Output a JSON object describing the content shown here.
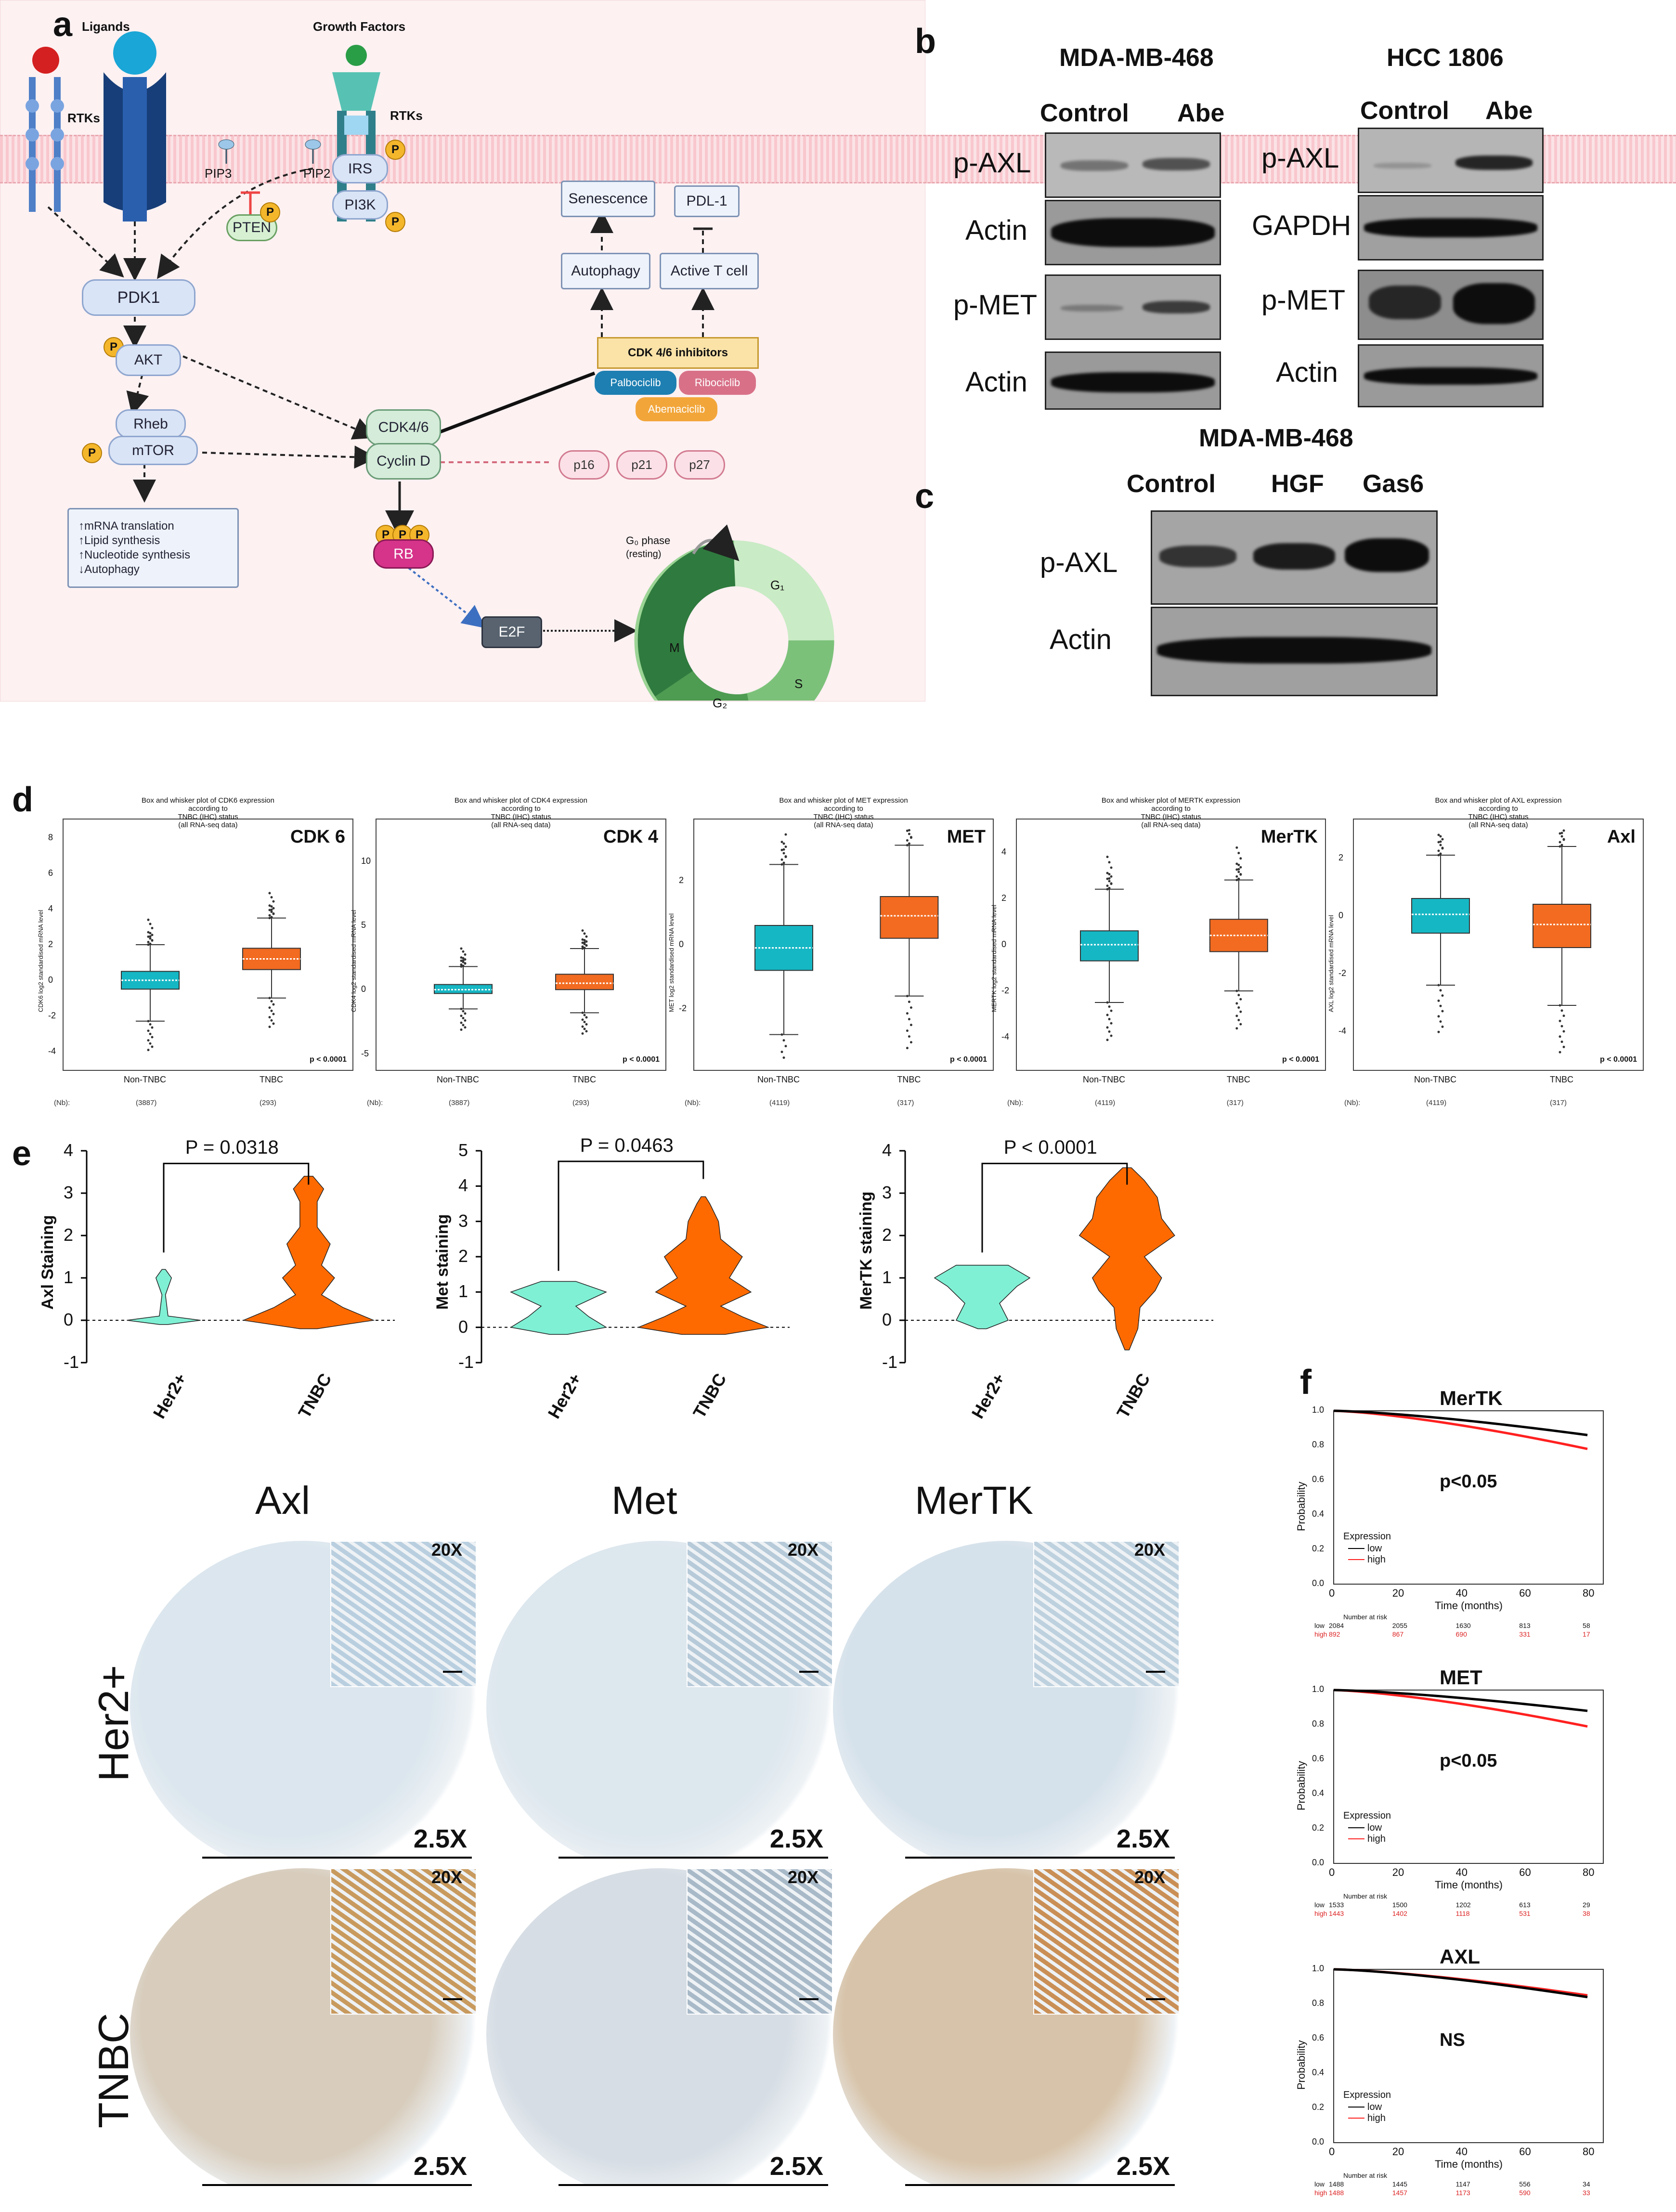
{
  "panel_labels": {
    "a": "a",
    "b": "b",
    "c": "c",
    "d": "d",
    "e": "e",
    "f": "f"
  },
  "panel_a": {
    "ligands": "Ligands",
    "growth_factors": "Growth Factors",
    "rtks_left": "RTKs",
    "rtks_right": "RTKs",
    "pip3": "PIP3",
    "pip2": "PIP2",
    "pten": "PTEN",
    "irs": "IRS",
    "pi3k": "PI3K",
    "pdk1": "PDK1",
    "akt": "AKT",
    "rheb": "Rheb",
    "mtor": "mTOR",
    "cdk46": "CDK4/6",
    "cyclin_d": "Cyclin D",
    "rb": "RB",
    "e2f": "E2F",
    "p": "P",
    "senescence": "Senescence",
    "autophagy": "Autophagy",
    "pdl1": "PDL-1",
    "active_t": "Active T cell",
    "cdk_inhib": "CDK 4/6 inhibitors",
    "palbo": "Palbociclib",
    "ribo": "Ribociclib",
    "abema": "Abemaciclib",
    "p16": "p16",
    "p21": "p21",
    "p27": "p27",
    "outcomes": [
      "↑mRNA translation",
      "↑Lipid synthesis",
      "↑Nucleotide synthesis",
      "↓Autophagy"
    ],
    "g0": "G₀ phase",
    "resting": "(resting)",
    "g1": "G₁",
    "s": "S",
    "g2": "G₂",
    "m": "M"
  },
  "panel_b": {
    "left_title": "MDA-MB-468",
    "right_title": "HCC 1806",
    "control": "Control",
    "abe": "Abe",
    "left_rows": [
      "p-AXL",
      "Actin",
      "p-MET",
      "Actin"
    ],
    "right_rows": [
      "p-AXL",
      "GAPDH",
      "p-MET",
      "Actin"
    ]
  },
  "panel_c": {
    "title": "MDA-MB-468",
    "lanes": [
      "Control",
      "HGF",
      "Gas6"
    ],
    "rows": [
      "p-AXL",
      "Actin"
    ]
  },
  "panel_d": {
    "plots": [
      {
        "gene": "CDK 6",
        "title1": "Box and whisker plot of CDK6 expression",
        "title2": "according to",
        "title3": "TNBC (IHC) status",
        "title4": "(all RNA-seq data)",
        "ylabel": "CDK6 log2 standardised mRNA level",
        "yticks": [
          "8",
          "6",
          "4",
          "2",
          "0",
          "-2",
          "-4"
        ],
        "p": "p < 0.0001",
        "x": [
          "Non-TNBC",
          "TNBC"
        ],
        "n": [
          "(3887)",
          "(293)"
        ]
      },
      {
        "gene": "CDK 4",
        "title1": "Box and whisker plot of CDK4 expression",
        "title2": "according to",
        "title3": "TNBC (IHC) status",
        "title4": "(all RNA-seq data)",
        "ylabel": "CDK4 log2 standardised mRNA level",
        "yticks": [
          "10",
          "5",
          "0",
          "-5"
        ],
        "p": "p < 0.0001",
        "x": [
          "Non-TNBC",
          "TNBC"
        ],
        "n": [
          "(3887)",
          "(293)"
        ]
      },
      {
        "gene": "MET",
        "title1": "Box and whisker plot of MET expression",
        "title2": "according to",
        "title3": "TNBC (IHC) status",
        "title4": "(all RNA-seq data)",
        "ylabel": "MET log2 standardised mRNA level",
        "yticks": [
          "2",
          "0",
          "-2"
        ],
        "p": "p < 0.0001",
        "x": [
          "Non-TNBC",
          "TNBC"
        ],
        "n": [
          "(4119)",
          "(317)"
        ]
      },
      {
        "gene": "MerTK",
        "title1": "Box and whisker plot of MERTK expression",
        "title2": "according to",
        "title3": "TNBC (IHC) status",
        "title4": "(all RNA-seq data)",
        "ylabel": "MERTK log2 standardised mRNA level",
        "yticks": [
          "4",
          "2",
          "0",
          "-2",
          "-4"
        ],
        "p": "p < 0.0001",
        "x": [
          "Non-TNBC",
          "TNBC"
        ],
        "n": [
          "(4119)",
          "(317)"
        ]
      },
      {
        "gene": "Axl",
        "title1": "Box and whisker plot of AXL expression",
        "title2": "according to",
        "title3": "TNBC (IHC) status",
        "title4": "(all RNA-seq data)",
        "ylabel": "AXL log2 standardised mRNA level",
        "yticks": [
          "2",
          "0",
          "-2",
          "-4"
        ],
        "p": "p < 0.0001",
        "x": [
          "Non-TNBC",
          "TNBC"
        ],
        "n": [
          "(4119)",
          "(317)"
        ]
      }
    ],
    "nlabel": "(Nb):"
  },
  "panel_e": {
    "plots": [
      {
        "ylabel": "Axl Staining",
        "p": "P = 0.0318",
        "yticks": [
          "4",
          "3",
          "2",
          "1",
          "0",
          "-1"
        ],
        "x": [
          "Her2+",
          "TNBC"
        ]
      },
      {
        "ylabel": "Met staining",
        "p": "P = 0.0463",
        "yticks": [
          "5",
          "4",
          "3",
          "2",
          "1",
          "0",
          "-1"
        ],
        "x": [
          "Her2+",
          "TNBC"
        ]
      },
      {
        "ylabel": "MerTK staining",
        "p": "P < 0.0001",
        "yticks": [
          "4",
          "3",
          "2",
          "1",
          "0",
          "-1"
        ],
        "x": [
          "Her2+",
          "TNBC"
        ]
      }
    ]
  },
  "ihc": {
    "cols": [
      "Axl",
      "Met",
      "MerTK"
    ],
    "rows": [
      "Her2+",
      "TNBC"
    ],
    "inset_mag": "20X",
    "core_mag": "2.5X"
  },
  "panel_f": {
    "plots": [
      {
        "title": "MerTK",
        "p": "p<0.05",
        "risk_low": [
          "2084",
          "2055",
          "1630",
          "813",
          "58"
        ],
        "risk_high": [
          "892",
          "867",
          "690",
          "331",
          "17"
        ]
      },
      {
        "title": "MET",
        "p": "p<0.05",
        "risk_low": [
          "1533",
          "1500",
          "1202",
          "613",
          "29"
        ],
        "risk_high": [
          "1443",
          "1402",
          "1118",
          "531",
          "38"
        ]
      },
      {
        "title": "AXL",
        "p": "NS",
        "risk_low": [
          "1488",
          "1445",
          "1147",
          "556",
          "34"
        ],
        "risk_high": [
          "1488",
          "1457",
          "1173",
          "590",
          "33"
        ]
      }
    ],
    "ylabel": "Probability",
    "xlabel": "Time (months)",
    "legend_title": "Expression",
    "legend_low": "low",
    "legend_high": "high",
    "risk_title": "Number at risk",
    "low": "low",
    "high": "high",
    "xticks": [
      "0",
      "20",
      "40",
      "60",
      "80"
    ],
    "yticks": [
      "1.0",
      "0.8",
      "0.6",
      "0.4",
      "0.2",
      "0.0"
    ]
  },
  "colors": {
    "teal": "#16b7c4",
    "orange": "#f26b21",
    "violin_teal": "#7ff0d4",
    "violin_orange": "#ff6a00",
    "km_low": "#000000",
    "km_high": "#ff2020"
  }
}
